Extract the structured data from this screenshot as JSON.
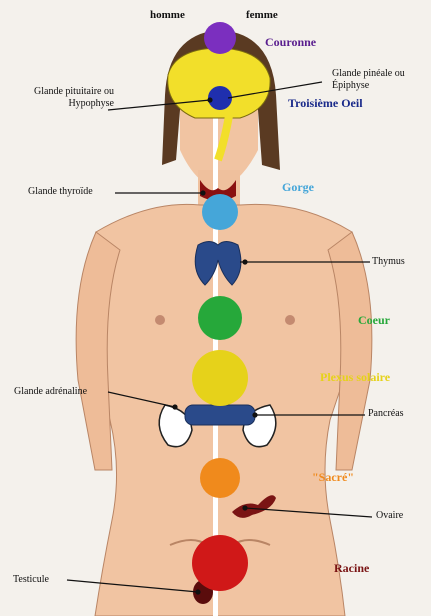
{
  "header": {
    "left": "homme",
    "right": "femme"
  },
  "chakras": [
    {
      "name": "Couronne",
      "color": "#7b2fbf"
    },
    {
      "name": "Troisième Oeil",
      "color": "#1f2fae"
    },
    {
      "name": "Gorge",
      "color": "#45a6d9"
    },
    {
      "name": "Coeur",
      "color": "#26a83a"
    },
    {
      "name": "Plexus solaire",
      "color": "#e6d21a"
    },
    {
      "name": "\"Sacré\"",
      "color": "#f08a1c"
    },
    {
      "name": "Racine",
      "color": "#d01818"
    }
  ],
  "glands": {
    "pituitary_line1": "Glande pituitaire ou",
    "pituitary_line2": "Hypophyse",
    "pineal_line1": "Glande pinéale ou",
    "pineal_line2": "Épiphyse",
    "thyroid": "Glande thyroïde",
    "thymus": "Thymus",
    "adrenal": "Glande adrénaline",
    "pancreas": "Pancréas",
    "ovary": "Ovaire",
    "testicle": "Testicule"
  }
}
